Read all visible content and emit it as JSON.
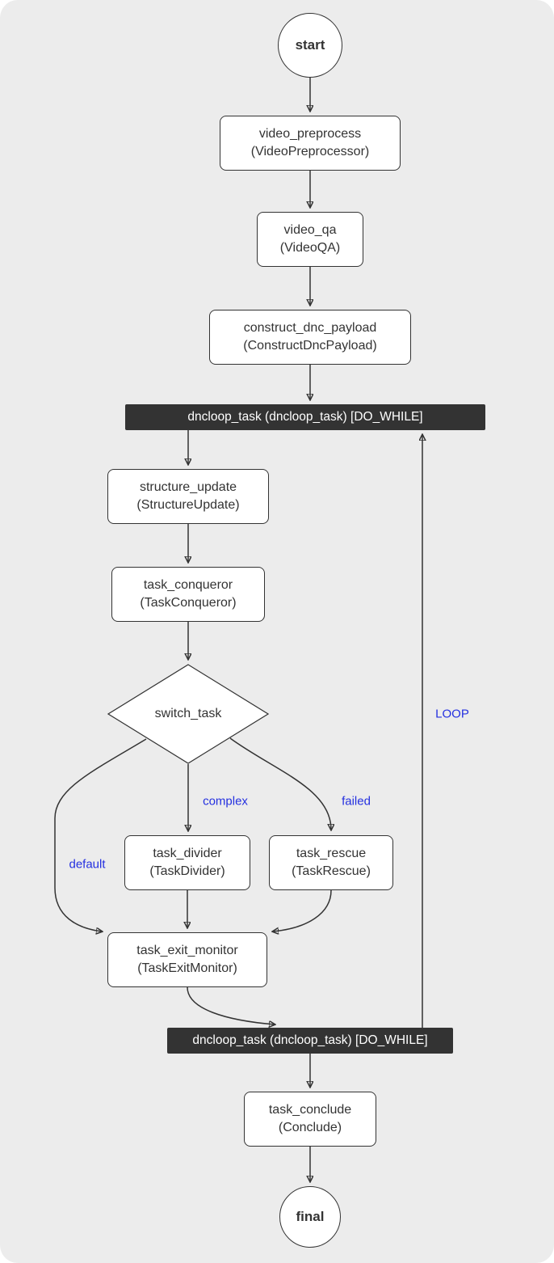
{
  "diagram": {
    "nodes": {
      "start": {
        "label": "start"
      },
      "video_preprocess": {
        "line1": "video_preprocess",
        "line2": "(VideoPreprocessor)"
      },
      "video_qa": {
        "line1": "video_qa",
        "line2": "(VideoQA)"
      },
      "construct_dnc_payload": {
        "line1": "construct_dnc_payload",
        "line2": "(ConstructDncPayload)"
      },
      "dncloop_task_top": {
        "label": "dncloop_task (dncloop_task) [DO_WHILE]"
      },
      "structure_update": {
        "line1": "structure_update",
        "line2": "(StructureUpdate)"
      },
      "task_conqueror": {
        "line1": "task_conqueror",
        "line2": "(TaskConqueror)"
      },
      "switch_task": {
        "label": "switch_task"
      },
      "task_divider": {
        "line1": "task_divider",
        "line2": "(TaskDivider)"
      },
      "task_rescue": {
        "line1": "task_rescue",
        "line2": "(TaskRescue)"
      },
      "task_exit_monitor": {
        "line1": "task_exit_monitor",
        "line2": "(TaskExitMonitor)"
      },
      "dncloop_task_bottom": {
        "label": "dncloop_task (dncloop_task) [DO_WHILE]"
      },
      "task_conclude": {
        "line1": "task_conclude",
        "line2": "(Conclude)"
      },
      "final": {
        "label": "final"
      }
    },
    "edge_labels": {
      "complex": "complex",
      "failed": "failed",
      "default": "default",
      "loop": "LOOP"
    },
    "colors": {
      "background": "#ececec",
      "node_fill": "#ffffff",
      "node_border": "#333333",
      "bar_fill": "#333333",
      "bar_text": "#ffffff",
      "edge": "#333333",
      "edge_label": "#2430e0"
    }
  }
}
